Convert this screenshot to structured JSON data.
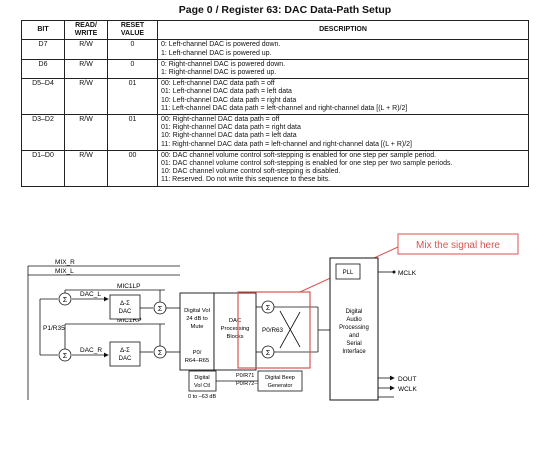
{
  "page_title": "Page 0 / Register 63: DAC Data-Path Setup",
  "table": {
    "headers": {
      "bit": "BIT",
      "rw_1": "READ/",
      "rw_2": "WRITE",
      "reset_1": "RESET",
      "reset_2": "VALUE",
      "description": "DESCRIPTION"
    },
    "rows": [
      {
        "bit": "D7",
        "rw": "R/W",
        "reset": "0",
        "lines": [
          "0: Left-channel DAC is powered down.",
          "1: Left-channel DAC is powered up."
        ]
      },
      {
        "bit": "D6",
        "rw": "R/W",
        "reset": "0",
        "lines": [
          "0: Right-channel DAC is powered down.",
          "1: Right-channel DAC is powered up."
        ]
      },
      {
        "bit": "D5–D4",
        "rw": "R/W",
        "reset": "01",
        "lines": [
          "00: Left-channel DAC data path = off",
          "01: Left-channel DAC data path = left data",
          "10: Left-channel DAC data path = right data",
          "11: Left-channel DAC data path = left-channel and right-channel data [(L + R)/2]"
        ]
      },
      {
        "bit": "D3–D2",
        "rw": "R/W",
        "reset": "01",
        "lines": [
          "00: Right-channel DAC data path = off",
          "01: Right-channel DAC data path = right data",
          "10: Right-channel DAC data path = left data",
          "11: Right-channel DAC data path = left-channel and right-channel data [(L + R)/2]"
        ]
      },
      {
        "bit": "D1–D0",
        "rw": "R/W",
        "reset": "00",
        "lines": [
          "00: DAC channel volume control soft-stepping is enabled for one step per sample period.",
          "01: DAC channel volume control soft-stepping is enabled for one step per two sample periods.",
          "10: DAC channel volume control soft-stepping is disabled.",
          "11: Reserved. Do not write this sequence to these bits."
        ]
      }
    ]
  },
  "diagram": {
    "callout": "Mix the signal here",
    "mix_r": "MIX_R",
    "mix_l": "MIX_L",
    "mic1lp": "MIC1LP",
    "mic1rp": "MIC1RP",
    "p1r35": "P1/R35",
    "dac_l": "DAC_L",
    "dac_r": "DAC_R",
    "dac": "DAC",
    "delta_sigma": "Δ-Σ",
    "sum": "Σ",
    "digital_vol": [
      "Digital Vol",
      "24 dB to",
      "Mute"
    ],
    "vol_reg": [
      "P0/",
      "R64–R65"
    ],
    "dac_processing": [
      "DAC",
      "Processing",
      "Blocks"
    ],
    "p0r63": "P0/R63",
    "dap": [
      "Digital",
      "Audio",
      "Processing",
      "and",
      "Serial",
      "Interface"
    ],
    "pll": "PLL",
    "mclk": "MCLK",
    "dout": "DOUT",
    "wclk": "WCLK",
    "digital_vol_ctl": [
      "Digital",
      "Vol Ctl"
    ],
    "p0r71": "P0/R71",
    "p0r72": "P0/R72–",
    "beep": [
      "Digital Beep",
      "Generator"
    ],
    "range": "0 to –63 dB"
  },
  "colors": {
    "callout": "#d9534f",
    "ink": "#111111"
  }
}
